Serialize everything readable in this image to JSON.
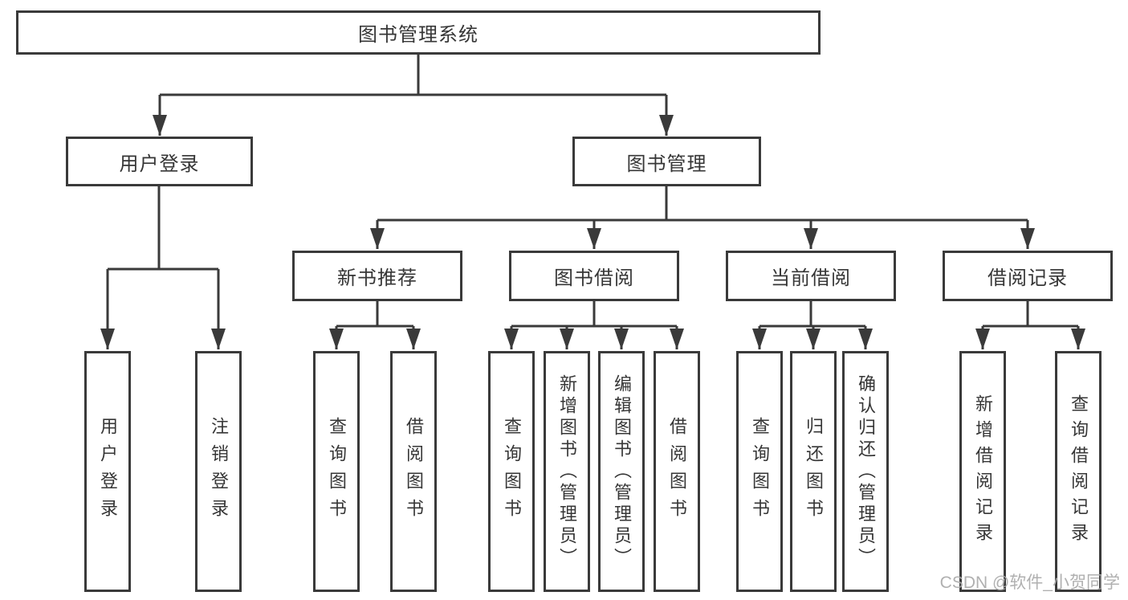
{
  "tree": {
    "root": {
      "label": "图书管理系统",
      "children": [
        {
          "label": "用户登录",
          "children": [
            {
              "label": "用户登录"
            },
            {
              "label": "注销登录"
            }
          ]
        },
        {
          "label": "图书管理",
          "children": [
            {
              "label": "新书推荐",
              "children": [
                {
                  "label": "查询图书"
                },
                {
                  "label": "借阅图书"
                }
              ]
            },
            {
              "label": "图书借阅",
              "children": [
                {
                  "label": "查询图书"
                },
                {
                  "label": "新增图书（管理员）"
                },
                {
                  "label": "编辑图书（管理员）"
                },
                {
                  "label": "借阅图书"
                }
              ]
            },
            {
              "label": "当前借阅",
              "children": [
                {
                  "label": "查询图书"
                },
                {
                  "label": "归还图书"
                },
                {
                  "label": "确认归还（管理员）"
                }
              ]
            },
            {
              "label": "借阅记录",
              "children": [
                {
                  "label": "新增借阅记录"
                },
                {
                  "label": "查询借阅记录"
                }
              ]
            }
          ]
        }
      ]
    }
  },
  "watermark": {
    "text": "CSDN @软件_小贺同学"
  },
  "style": {
    "line_color": "#3a3a3a",
    "text_color": "#363636",
    "watermark_color": "#aaaaaa",
    "background": "#ffffff"
  }
}
